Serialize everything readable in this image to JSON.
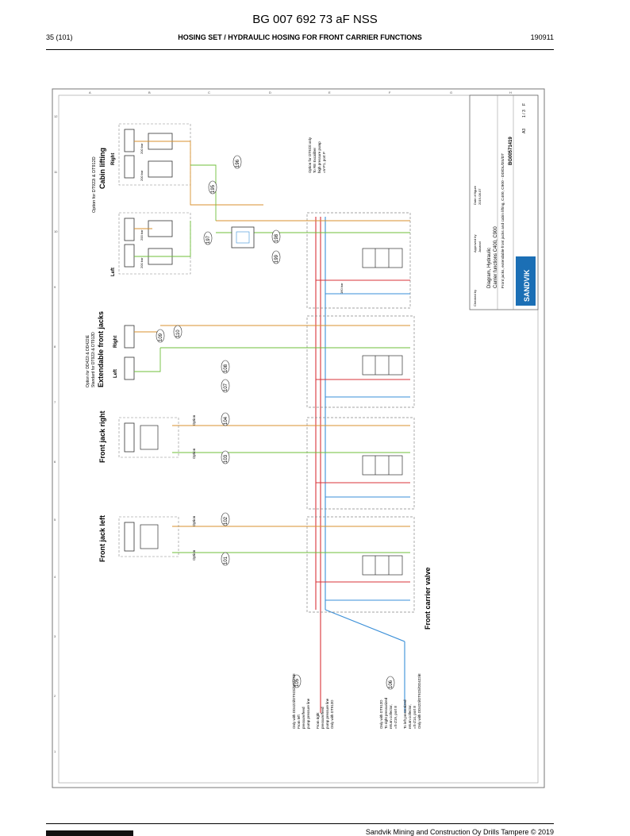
{
  "document": {
    "title": "BG 007 692 73 aF NSS",
    "page": "35 (101)",
    "section": "HOSING SET / HYDRAULIC HOSING FOR FRONT CARRIER FUNCTIONS",
    "date": "190911",
    "footer": "Sandvik Mining and Construction Oy Drills Tampere © 2019"
  },
  "schematic": {
    "groups": {
      "cabin_lifting": "Cabin lifting",
      "cabin_option": "Option for DT922i & DT912D",
      "extendable_jacks": "Extendable front jacks",
      "extendable_option_1": "Option for DD422i & DD422iE",
      "extendable_option_2": "Standard for DT922i & DT912D",
      "front_jack_right": "Front jack right",
      "front_jack_left": "Front jack left",
      "front_carrier_valve": "Front carrier valve"
    },
    "labels": {
      "left": "Left",
      "right": "Right",
      "option": "Option",
      "pressure_200": "200 bar",
      "pressure_160": "160 bar"
    },
    "hose_numbers": [
      "101",
      "102",
      "103",
      "104",
      "105",
      "106",
      "107",
      "108",
      "109",
      "110",
      "195",
      "196",
      "197",
      "198",
      "199"
    ],
    "notes": {
      "dt922_only": "Option for DT922i only",
      "dt922_l2": "To RE Excaliber",
      "dt922_l3": "high pressure pump",
      "dt922_l4": "=V-P1, port P",
      "dd422_only": "Only with DD422i/DT922i/DD422iE",
      "dd422_l2": "From left",
      "dd422_l3": "pressure/feed",
      "dd422_l4": "pump pressure line",
      "front_right": "From right",
      "front_right_l2": "pressure/feed",
      "front_right_l3": "pump pressure line",
      "front_right_l4": "Only with DT912D",
      "dt912_only": "Only with DT912D",
      "dt912_l2": "To right pressurized",
      "dt912_l3": "return collector,",
      "dt912_l4": "=S-Z19, port 8",
      "left_return": "To left pressurized",
      "left_return_l2": "return collector,",
      "left_return_l3": "=S-Z14, port 8",
      "left_return_l4": "Only with DD422i/DT922i/DD422iE"
    },
    "title_block": {
      "checked_by_label": "Checked by",
      "approved_by_label": "Approved by",
      "date_label": "Date of figure",
      "date_value": "2019-08-07",
      "approver": "Juvanol",
      "name_line_1": "Diagram, Hydraulic",
      "name_line_2": "Carrier functions C400, C900",
      "name_line_3": "Front jacks, extendable front jacks and cabin lifting, C400, C900 - DD/DL/DS/DT",
      "doc_number": "BG00571419",
      "size": "A3",
      "sheet": "1 / 3",
      "revision": "F",
      "brand": "SANDVIK"
    },
    "grid_letters": [
      "A",
      "B",
      "C",
      "D",
      "E",
      "F",
      "G",
      "H"
    ],
    "grid_numbers": [
      "1",
      "2",
      "3",
      "4",
      "5",
      "6",
      "7",
      "8",
      "9",
      "10",
      "11",
      "12"
    ]
  },
  "colors": {
    "pressure_line": "#d8333a",
    "return_line": "#3a8fd8",
    "drain_line": "#6fbf3a",
    "pilot_line": "#d8922f",
    "frame": "#777777"
  }
}
